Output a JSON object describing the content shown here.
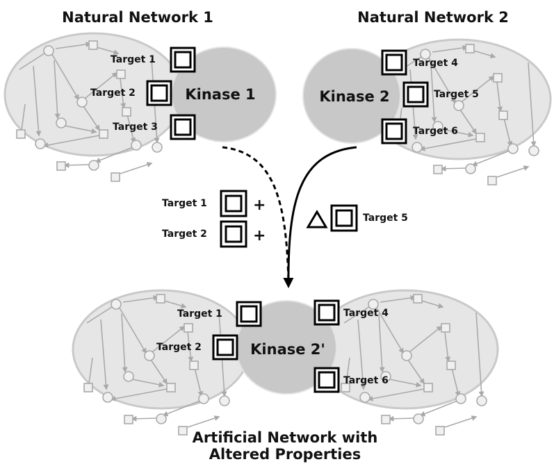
{
  "titles": {
    "network_1": "Natural Network 1",
    "network_2": "Natural Network 2",
    "artificial_line1": "Artificial Network with",
    "artificial_line2": "Altered Properties"
  },
  "kinases": {
    "kinase_1": "Kinase 1",
    "kinase_2": "Kinase 2",
    "kinase_2_prime": "Kinase 2'"
  },
  "targets": {
    "t1": "Target 1",
    "t2": "Target 2",
    "t3": "Target 3",
    "t4": "Target 4",
    "t5": "Target 5",
    "t6": "Target 6"
  },
  "operators": {
    "plus": "+"
  },
  "colors": {
    "network_fill": "#e6e6e6",
    "kinase_fill": "#c8c8c8",
    "node_stroke": "#a9a9a9",
    "text": "#111111"
  }
}
